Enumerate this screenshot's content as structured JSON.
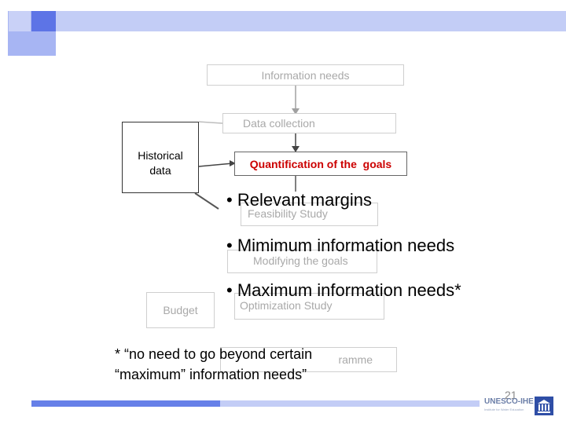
{
  "diagram": {
    "boxes": {
      "information_needs": "Information needs",
      "data_collection": "Data collection",
      "historical_data": "Historical\ndata",
      "quantification_goals": "Quantification of the  goals",
      "feasibility_study": "Feasibility Study",
      "modifying_goals": "Modifying the goals",
      "budget": "Budget",
      "optimization_study": "Optimization Study",
      "programme": "ramme"
    },
    "bullets": [
      "• Relevant margins",
      "• Mimimum information needs",
      "• Maximum information needs*"
    ],
    "footnote": {
      "line1": "* “no need to go beyond certain",
      "line2": "“maximum” information needs”"
    }
  },
  "footer": {
    "slide_number": "21",
    "logo_text": "UNESCO-IHE",
    "logo_tagline": "Institute for Water Education"
  },
  "colors": {
    "accent_red": "#cc0000",
    "bar_light": "#c3cdf6",
    "bar_dark": "#6680e8"
  }
}
